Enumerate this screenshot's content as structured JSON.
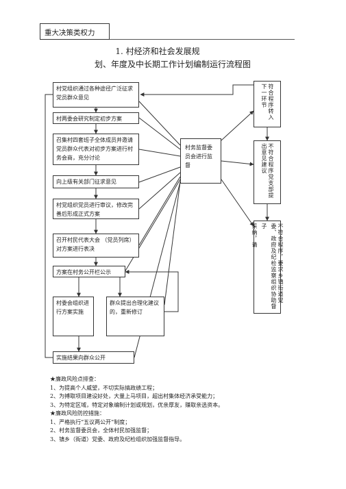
{
  "header": {
    "category_tag": "重大决策类权力",
    "title_line1": "1. 村经济和社会发展规",
    "title_line2": "划、年度及中长期工作计划编制运行流程图"
  },
  "flow": {
    "steps": [
      "村党组织通过各种途径广泛征求党员群众意见",
      "村两委会研究制定初步方案",
      "召集村四套班子全体成员并邀请党员群众代表对初步方案进行村务会商，充分讨论",
      "向上级有关部门征求意见",
      "村党组织党员进行审议，修改完善后形成正式方案",
      "召开村民代表大会 （党员列席）对方案进行表决",
      "方案在村务公开栏公示"
    ],
    "implement": "村委会组织进行方案实施",
    "feedback": "群众提出合理化建议的，重新修订",
    "final": "实施结果向群众公开",
    "supervision": "村务监督委员会进行监督",
    "right_boxes": [
      {
        "cols": [
          "符合程序转入下一环节"
        ]
      },
      {
        "cols": [
          "不符合程序党支部提出意见建议"
        ]
      },
      {
        "cols": [
          "不符合程序，要求乡镇街道党委、政府及纪检监察组织协助督",
          "子",
          "采纳，请"
        ]
      }
    ]
  },
  "notes": {
    "risk_heading": "★廉政风险点排查：",
    "risks": [
      "1、为提高个人威望，不切实际搞政绩工程；",
      "2、为搏取项目建设好处，大量上马项目，超出村集体经济承受能力；",
      "3、为特定区域，特定对象编制计划或规划，优亲厚友，赚取亲选资本。"
    ],
    "control_heading": "★廉政风险防控措施：",
    "controls": [
      "1、严格执行“五议两公开”制度；",
      "2、村务监督委员会，全体村民加强监督；",
      "3、镇乡（街道）党委、政府及纪检组织加强监督指导。"
    ]
  }
}
